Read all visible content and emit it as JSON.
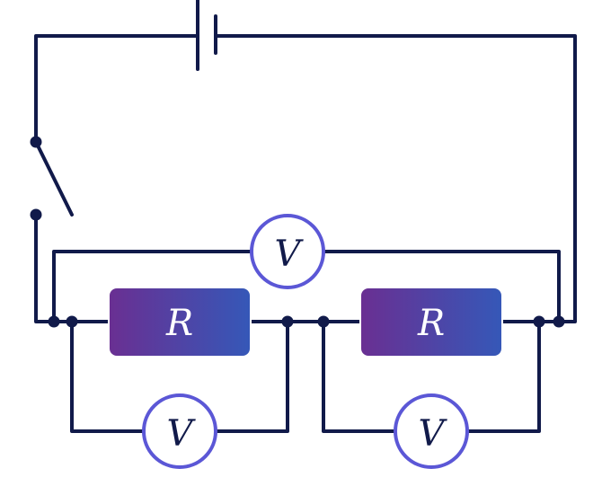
{
  "diagram": {
    "resistors": [
      {
        "id": "r1",
        "label": "R"
      },
      {
        "id": "r2",
        "label": "R"
      }
    ],
    "voltmeters": [
      {
        "id": "v-top",
        "label": "V"
      },
      {
        "id": "v-left",
        "label": "V"
      },
      {
        "id": "v-right",
        "label": "V"
      }
    ],
    "colors": {
      "wire": "#111a4a",
      "meter_ring": "#5b57d6",
      "resistor_gradient_start": "#6a2f92",
      "resistor_gradient_end": "#3558b8",
      "resistor_label": "#ffffff",
      "background": "#ffffff"
    },
    "icons": [
      "battery-icon",
      "switch-icon",
      "junction-dot"
    ]
  }
}
